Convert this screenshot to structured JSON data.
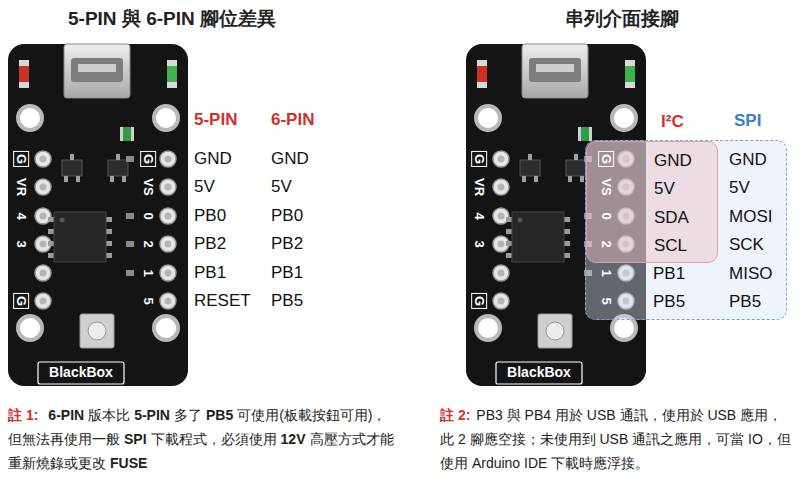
{
  "diagram": {
    "title": "5-PIN 與 6-PIN 腳位差異",
    "nodes": [
      {
        "text": [
          "SPI",
          "GND",
          "5V",
          "MOSI",
          "SCK",
          "PB1",
          "MISO",
          "PB5",
          "PB5"
        ]
      },
      {
        "text": [
          "I²C",
          "GND",
          "5V",
          "SDA",
          "SCL"
        ],
        "in": 0
      }
    ],
    "labels": [
      "串列介面接腳",
      "5-PIN",
      "6-PIN",
      "GND",
      "GND",
      "5V",
      "5V",
      "PB0",
      "PB0",
      "PB2",
      "PB2",
      "PB1",
      "PB1",
      "RESET",
      "PB5",
      "G",
      "VR",
      "4",
      "3",
      "G",
      "G",
      "VS",
      "0",
      "2",
      "1",
      "5",
      "BlackBox",
      "G",
      "VR",
      "4",
      "3",
      "G",
      "G",
      "VS",
      "0",
      "2",
      "1",
      "5",
      "BlackBox",
      "註 1:",
      "6-PIN",
      "版本比",
      "5-PIN",
      "多了",
      "PB5",
      "可使用(板載按鈕可用)，但無法再使用一般",
      "SPI",
      "下載程式，必須使用",
      "12V",
      "高壓方式才能重新燒錄或更改",
      "FUSE",
      "註 2:",
      "PB3 與 PB4 用於 USB 通訊，使用於 USB 應用，此 2 腳應空接；未使用到 USB 通訊之應用，可當 IO，但使用 Arduino IDE 下載時應浮接。"
    ]
  }
}
